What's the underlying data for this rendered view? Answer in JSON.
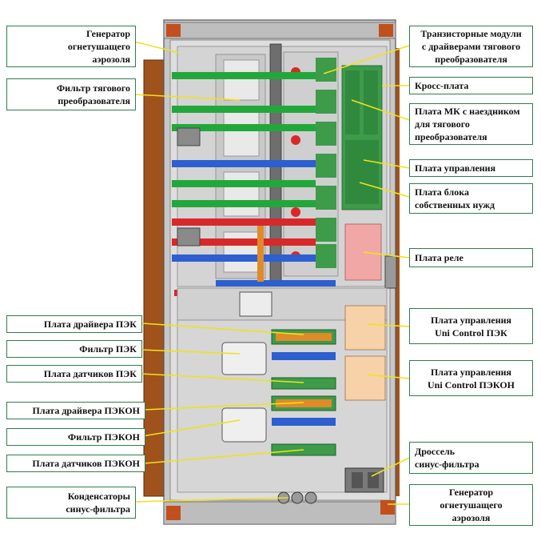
{
  "labels": {
    "gen_top": "Генератор\nогнетушащего\nаэрозоля",
    "filter_traction": "Фильтр тягового\nпреобразователя",
    "driver_pek": "Плата драйвера ПЭК",
    "filter_pek": "Фильтр ПЭК",
    "sensors_pek": "Плата датчиков ПЭК",
    "driver_pekon": "Плата драйвера ПЭКОН",
    "filter_pekon": "Фильтр ПЭКОН",
    "sensors_pekon": "Плата датчиков ПЭКОН",
    "capacitors": "Конденсаторы\nсинус-фильтра",
    "transistor_modules": "Транзисторные модули\nс драйверами тягового\nпреобразователя",
    "cross_board": "Кросс-плата",
    "mk_board": "Плата МК с наездником\nдля тягового\nпреобразователя",
    "control_board": "Плата управления",
    "aux_board": "Плата блока\nсобственных нужд",
    "relay_board": "Плата реле",
    "uni_pek": "Плата управления\nUni Control ПЭК",
    "uni_pekon": "Плата управления\nUni Control ПЭКОН",
    "choke": "Дроссель\nсинус-фильтра",
    "gen_bottom": "Генератор\nогнетушащего\nаэрозоля"
  },
  "colors": {
    "frame": "#b5b5b5",
    "panel": "#dcdcdc",
    "brown": "#a0521d",
    "green_bus": "#22a83a",
    "blue_bus": "#2d5fd0",
    "red_bus": "#d8282a",
    "pcb_green": "#3d9b4a",
    "relay_pink": "#f2a7a7",
    "uni_orange": "#f7d2a8",
    "leader": "#f0e21a",
    "label_border": "#2e7d4f"
  }
}
